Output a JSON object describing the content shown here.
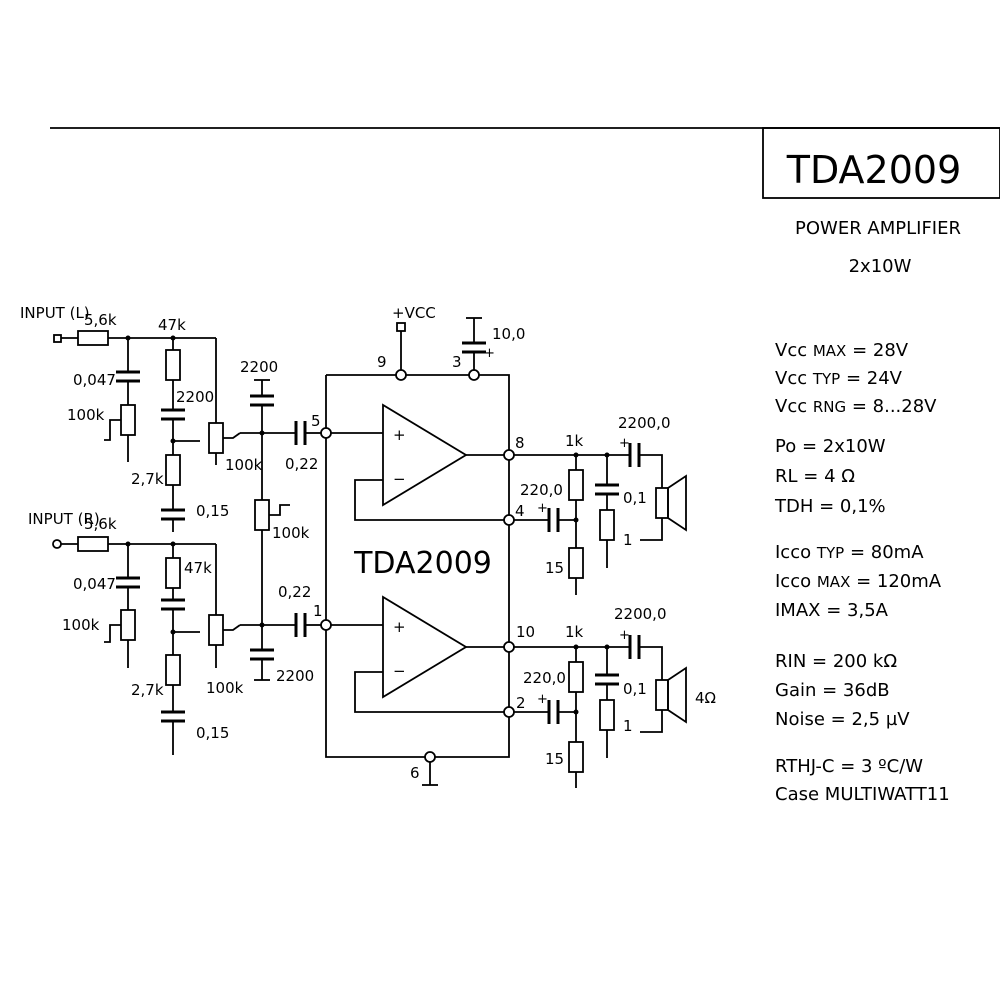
{
  "header": {
    "part_number": "TDA2009",
    "description_line1": "POWER AMPLIFIER",
    "description_line2": "2x10W"
  },
  "specs": {
    "vcc_max": {
      "label": "Vcc",
      "sub": "MAX",
      "value": "= 28V"
    },
    "vcc_typ": {
      "label": "Vcc",
      "sub": "TYP",
      "value": "= 24V"
    },
    "vcc_rng": {
      "label": "Vcc",
      "sub": "RNG",
      "value": "= 8...28V"
    },
    "po": {
      "label": "Po",
      "value": "= 2x10W"
    },
    "rl": {
      "label": "RL",
      "value": "= 4 Ω"
    },
    "tdh": {
      "label": "TDH",
      "value": "= 0,1%"
    },
    "icco_typ": {
      "label": "Icco",
      "sub": "TYP",
      "value": "= 80mA"
    },
    "icco_max": {
      "label": "Icco",
      "sub": "MAX",
      "value": "= 120mA"
    },
    "imax": {
      "label": "IMAX",
      "value": "=    3,5A"
    },
    "rin": {
      "label": "RIN",
      "value": "= 200 kΩ"
    },
    "gain": {
      "label": "Gain",
      "value": "= 36dB"
    },
    "noise": {
      "label": "Noise",
      "value": "= 2,5 µV"
    },
    "rthj": {
      "label": "RTHJ-C",
      "value": "= 3 ºC/W"
    },
    "case": {
      "label": "Case",
      "value": "MULTIWATT11"
    }
  },
  "schematic": {
    "ic_label": "TDA2009",
    "inputs": {
      "left": "INPUT (L)",
      "right": "INPUT (R)"
    },
    "supply": "+VCC",
    "pins": {
      "p1": "1",
      "p2": "2",
      "p3": "3",
      "p4": "4",
      "p5": "5",
      "p6": "6",
      "p8": "8",
      "p9": "9",
      "p10": "10"
    },
    "opamp_plus": "+",
    "opamp_minus": "−",
    "cap_plus": "+",
    "components": {
      "l_r_series": "5,6k",
      "l_r_47k": "47k",
      "l_c_0047": "0,047",
      "l_c_2200": "2200",
      "l_pot_100k": "100k",
      "l_pot2_100k": "100k",
      "l_r_27k": "2,7k",
      "l_c_015": "0,15",
      "l_c_022": "0,22",
      "c_2200_top": "2200",
      "balance_pot": "100k",
      "r_r_series": "5,6k",
      "r_r_47k": "47k",
      "r_c_0047": "0,047",
      "r_pot_100k": "100k",
      "r_pot2_100k": "100k",
      "r_r_27k": "2,7k",
      "r_c_015": "0,15",
      "r_c_022": "0,22",
      "c_2200_bot": "2200",
      "c_supply": "10,0",
      "out1_r_1k": "1k",
      "out1_c_2200": "2200,0",
      "out1_c_220": "220,0",
      "out1_c_01": "0,1",
      "out1_r_1": "1",
      "out1_r_15": "15",
      "out2_r_1k": "1k",
      "out2_c_2200": "2200,0",
      "out2_c_220": "220,0",
      "out2_c_01": "0,1",
      "out2_r_1": "1",
      "out2_r_15": "15",
      "speaker_load": "4Ω"
    }
  }
}
